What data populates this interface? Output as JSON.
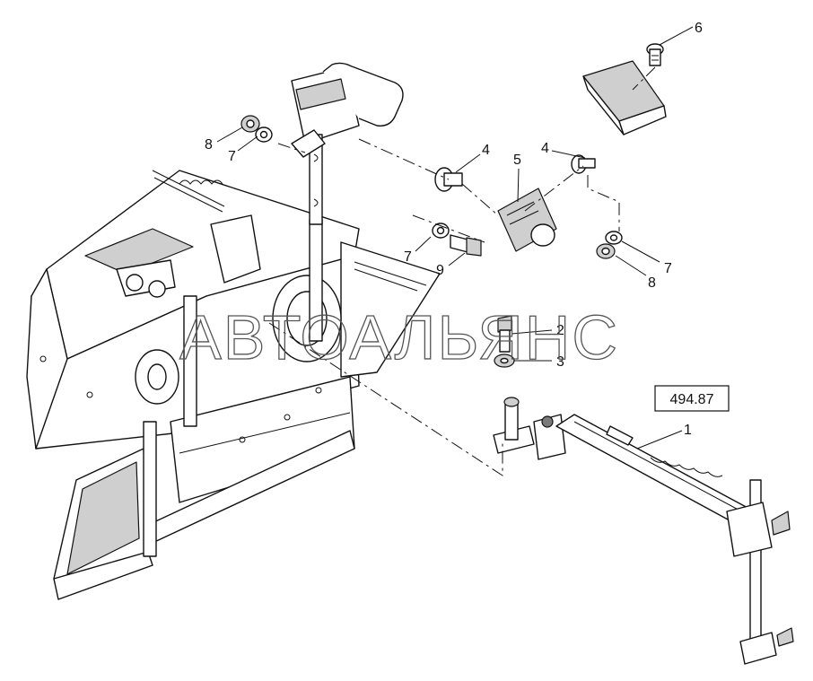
{
  "reference_number": "494.87",
  "watermark": "АВТОАЛЬЯНС",
  "callouts": [
    {
      "id": "c6",
      "label": "6"
    },
    {
      "id": "c4a",
      "label": "4"
    },
    {
      "id": "c5",
      "label": "5"
    },
    {
      "id": "c4b",
      "label": "4"
    },
    {
      "id": "c8a",
      "label": "8"
    },
    {
      "id": "c7a",
      "label": "7"
    },
    {
      "id": "c7b",
      "label": "7"
    },
    {
      "id": "c9",
      "label": "9"
    },
    {
      "id": "c7c",
      "label": "7"
    },
    {
      "id": "c8b",
      "label": "8"
    },
    {
      "id": "c2",
      "label": "2"
    },
    {
      "id": "c3",
      "label": "3"
    },
    {
      "id": "c1",
      "label": "1"
    }
  ],
  "colors": {
    "line": "#111111",
    "shade": "#cfcfcf",
    "watermark": "#555555"
  }
}
